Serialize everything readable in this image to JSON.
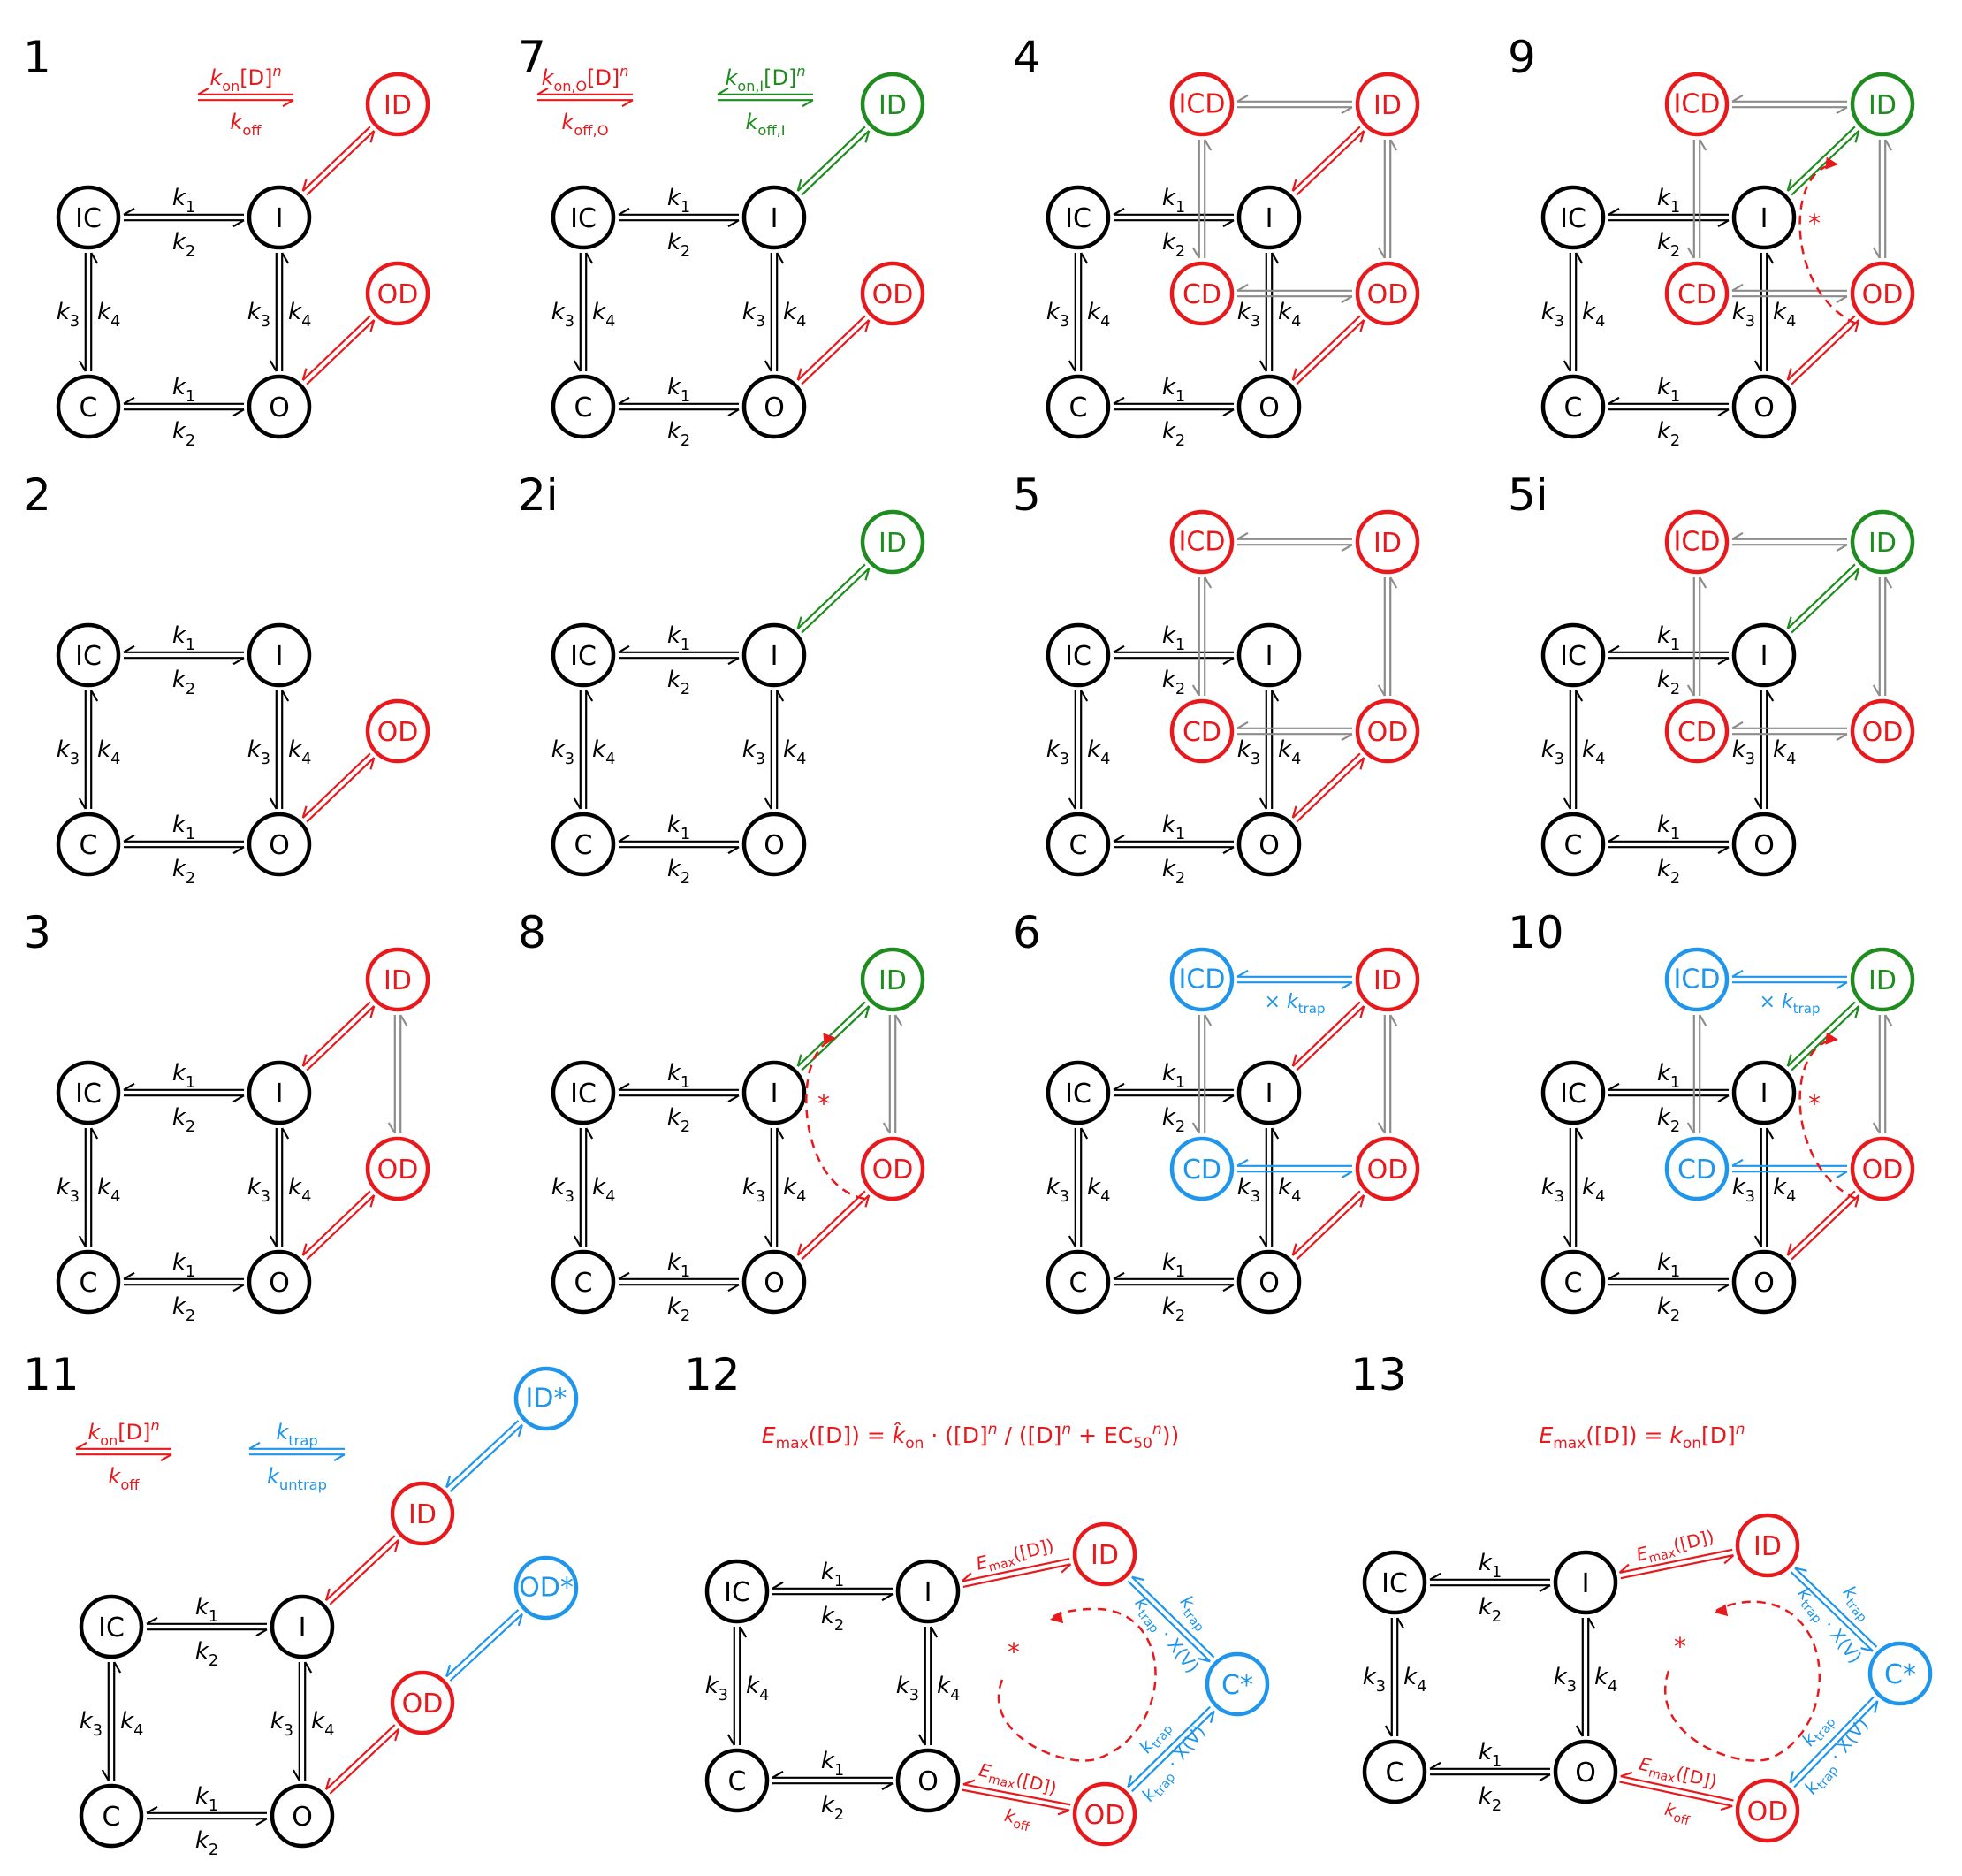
{
  "colors": {
    "black": "#000000",
    "red": "#e8191c",
    "green": "#1e8c1e",
    "blue": "#1f96eb",
    "gray": "#8c8c8c"
  },
  "labels": {
    "IC": "IC",
    "I": "I",
    "C": "C",
    "O": "O",
    "ID": "ID",
    "OD": "OD",
    "ICD": "ICD",
    "CD": "CD",
    "IDstar": "ID*",
    "ODstar": "OD*",
    "Cstar": "C*"
  },
  "rates": {
    "k1": "k",
    "k1_sub": "1",
    "k2": "k",
    "k2_sub": "2",
    "k3": "k",
    "k3_sub": "3",
    "k4": "k",
    "k4_sub": "4"
  },
  "panels": [
    {
      "id": "1",
      "legend": {
        "kon": "k",
        "kon_sub": "on",
        "kon_rest": "[D]",
        "kon_exp": "n",
        "koff": "k",
        "koff_sub": "off"
      }
    },
    {
      "id": "7",
      "legend_O": {
        "kon": "k",
        "kon_sub": "on,O",
        "kon_rest": "[D]",
        "kon_exp": "n",
        "koff": "k",
        "koff_sub": "off,O"
      },
      "legend_I": {
        "kon": "k",
        "kon_sub": "on,I",
        "kon_rest": "[D]",
        "kon_exp": "n",
        "koff": "k",
        "koff_sub": "off,I"
      }
    },
    {
      "id": "4"
    },
    {
      "id": "9"
    },
    {
      "id": "2"
    },
    {
      "id": "2i"
    },
    {
      "id": "5"
    },
    {
      "id": "5i"
    },
    {
      "id": "3"
    },
    {
      "id": "8"
    },
    {
      "id": "6",
      "trap": {
        "prefix": "× ",
        "k": "k",
        "sub": "trap"
      }
    },
    {
      "id": "10",
      "trap": {
        "prefix": "× ",
        "k": "k",
        "sub": "trap"
      }
    },
    {
      "id": "11",
      "legend_drug": {
        "kon": "k",
        "kon_sub": "on",
        "kon_rest": "[D]",
        "kon_exp": "n",
        "koff": "k",
        "koff_sub": "off"
      },
      "legend_trap": {
        "ktrap": "k",
        "ktrap_sub": "trap",
        "kuntrap": "k",
        "kuntrap_sub": "untrap"
      }
    },
    {
      "id": "12",
      "equation": {
        "E": "E",
        "E_sub": "max",
        "lhs_rest": "([D]) = ",
        "khat": "k̂",
        "khat_sub": "on",
        "rhs": " · ([D]",
        "n1": "n",
        "mid": " / ([D]",
        "n2": "n",
        "plus": " + EC",
        "ec_sub": "50",
        "n3": "n",
        "end": "))"
      },
      "arrow_labels": {
        "emax": "E",
        "emax_sub": "max",
        "emax_rest": "([D])",
        "koff": "k",
        "koff_sub": "off",
        "ktrap": "k",
        "ktrap_sub": "trap",
        "ktrap_xv": " · X(V)"
      }
    },
    {
      "id": "13",
      "equation": {
        "E": "E",
        "E_sub": "max",
        "lhs_rest": "([D]) = ",
        "k": "k",
        "k_sub": "on",
        "rest": "[D]",
        "n": "n"
      },
      "arrow_labels": {
        "emax": "E",
        "emax_sub": "max",
        "emax_rest": "([D])",
        "koff": "k",
        "koff_sub": "off",
        "ktrap": "k",
        "ktrap_sub": "trap",
        "ktrap_xv": " · X(V)"
      }
    }
  ],
  "star": "*"
}
